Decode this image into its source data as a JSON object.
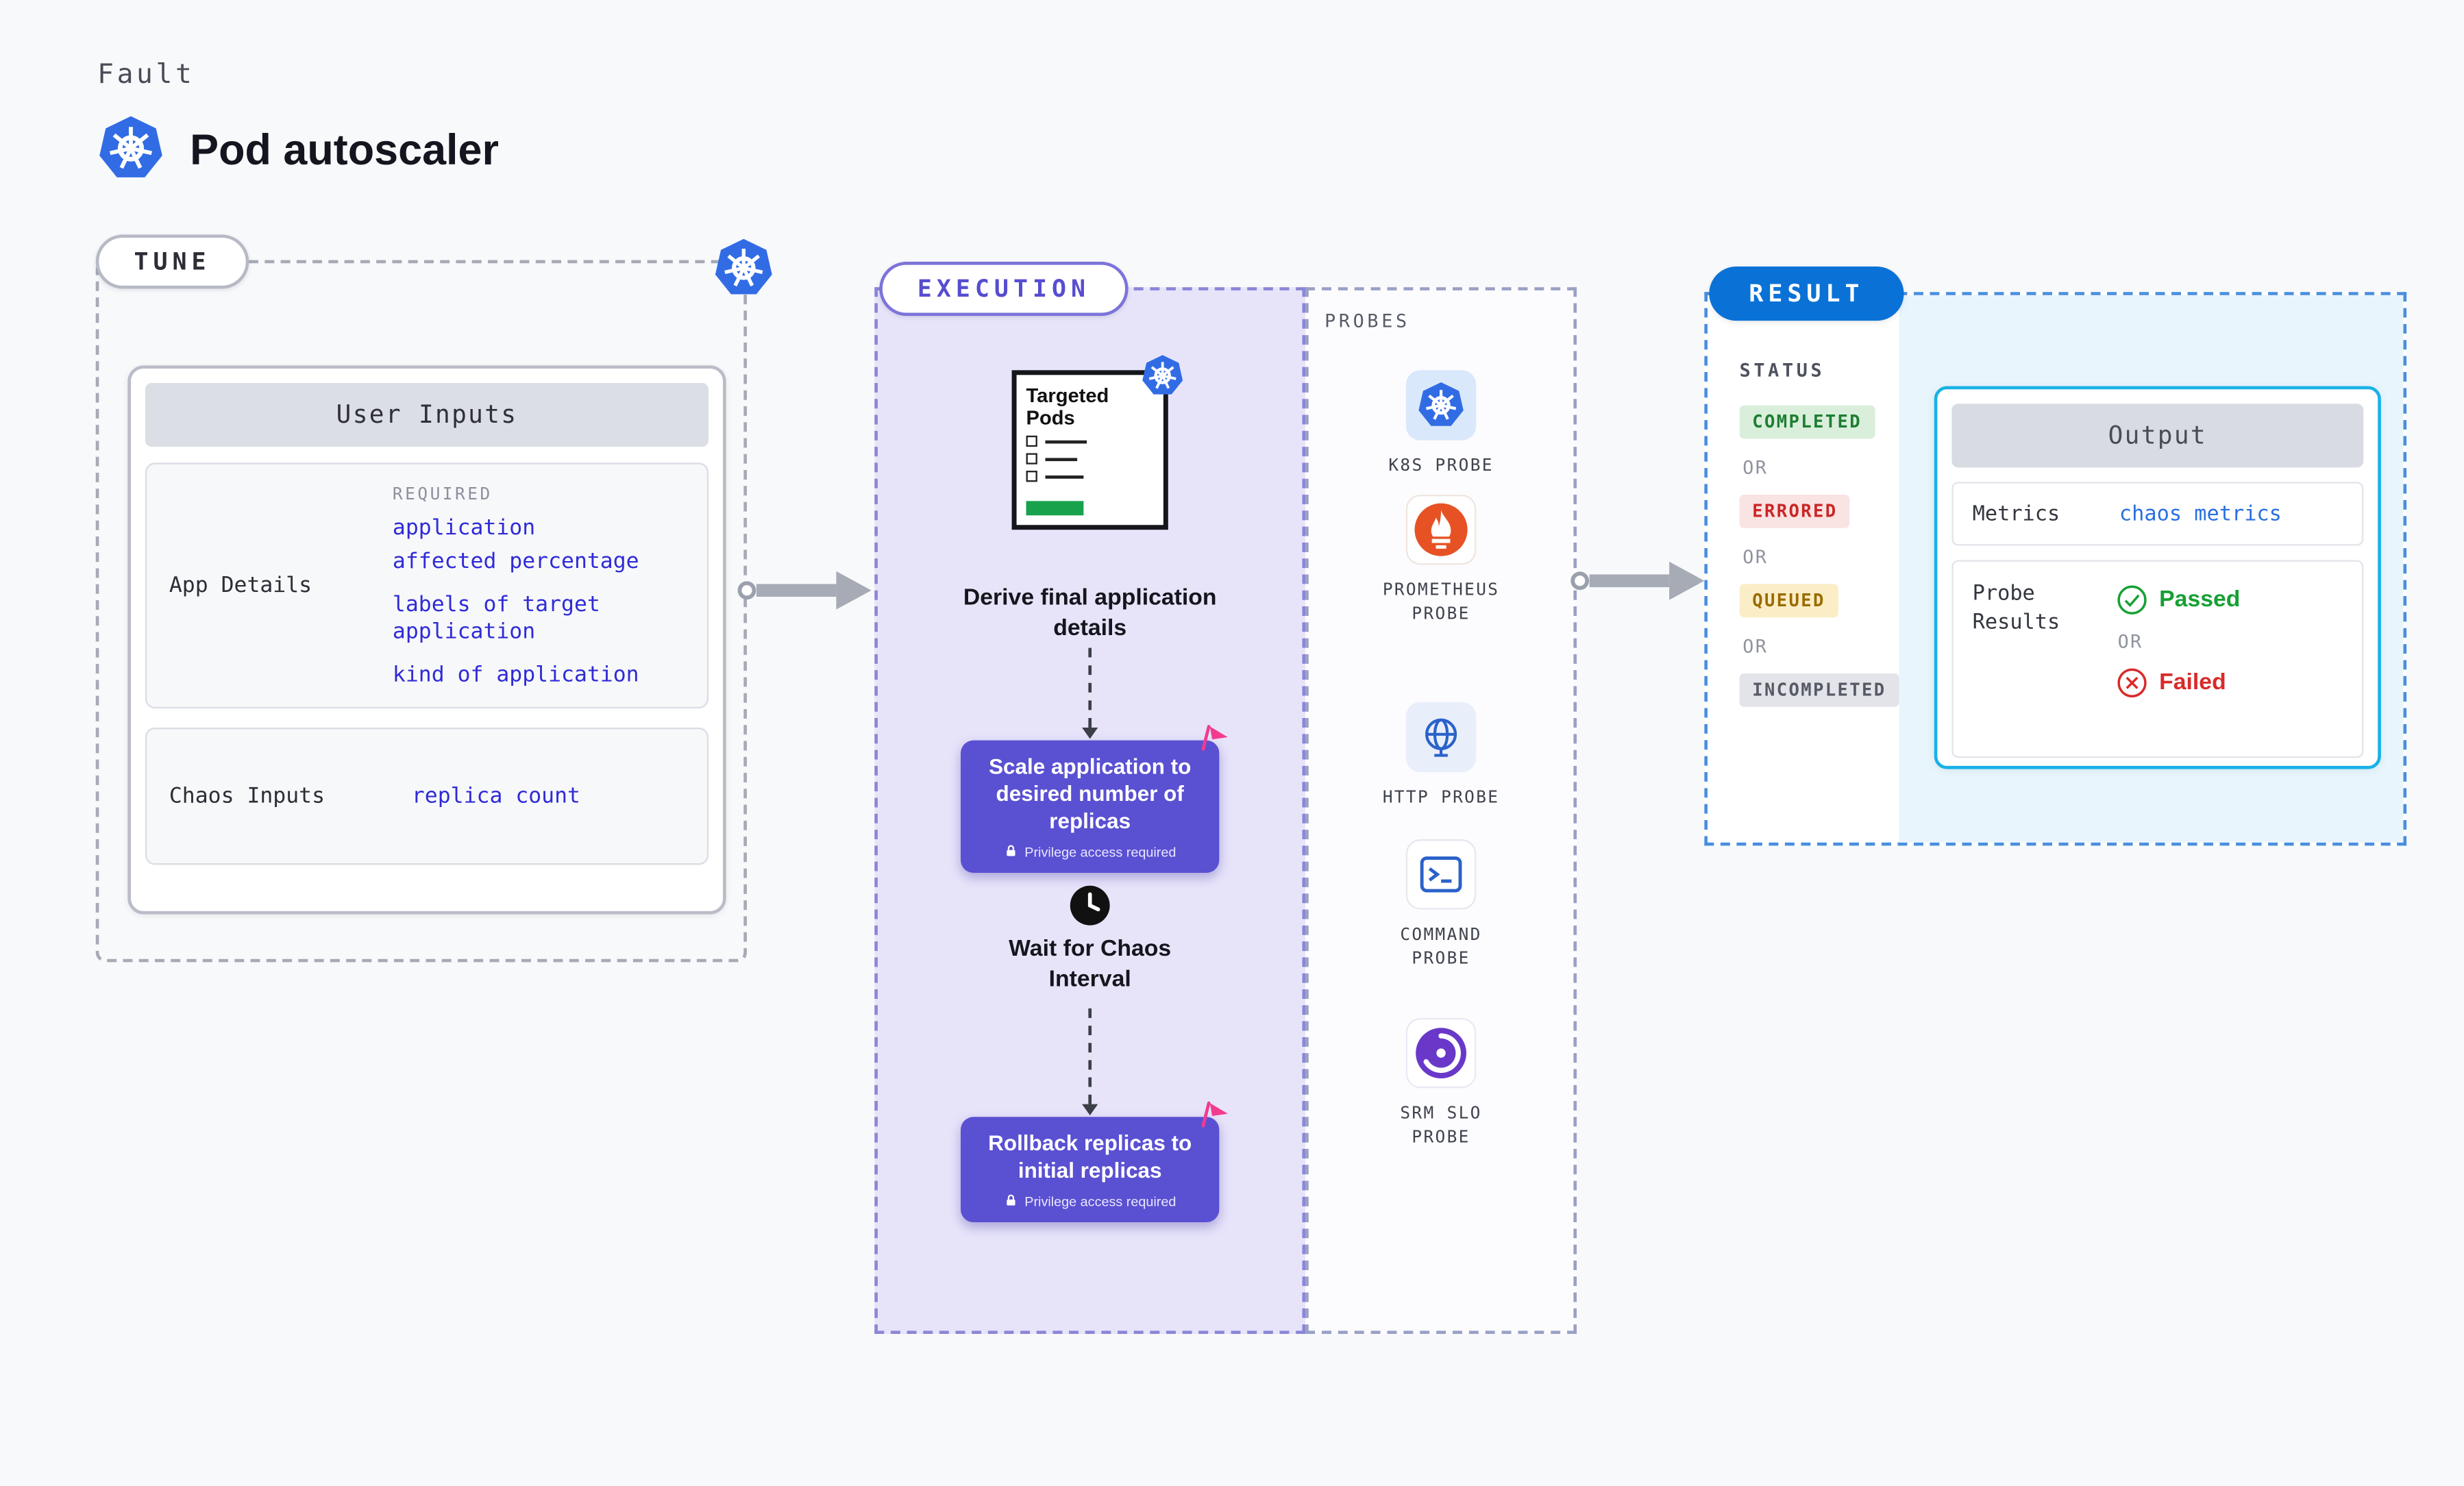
{
  "header": {
    "kicker": "Fault",
    "title": "Pod autoscaler"
  },
  "tune": {
    "pill": "TUNE",
    "card_title": "User Inputs",
    "app_details": {
      "label": "App Details",
      "required_label": "REQUIRED",
      "links": [
        "application",
        "affected percentage",
        "labels of target application",
        "kind of application"
      ]
    },
    "chaos_inputs": {
      "label": "Chaos Inputs",
      "links": [
        "replica count"
      ]
    }
  },
  "execution": {
    "pill": "EXECUTION",
    "targeted_pods": "Targeted Pods",
    "derive_step": "Derive final application details",
    "scale_step": {
      "title": "Scale application to desired number of replicas",
      "note": "Privilege access required"
    },
    "wait_step": "Wait for Chaos Interval",
    "rollback_step": {
      "title": "Rollback replicas to initial replicas",
      "note": "Privilege access required"
    }
  },
  "probes": {
    "heading": "PROBES",
    "items": [
      {
        "label": "K8S PROBE",
        "icon": "kubernetes-icon"
      },
      {
        "label": "PROMETHEUS PROBE",
        "icon": "prometheus-icon"
      },
      {
        "label": "HTTP PROBE",
        "icon": "globe-icon"
      },
      {
        "label": "COMMAND PROBE",
        "icon": "terminal-icon"
      },
      {
        "label": "SRM SLO PROBE",
        "icon": "srm-slo-icon"
      }
    ]
  },
  "result": {
    "pill": "RESULT",
    "status_heading": "STATUS",
    "or_label": "OR",
    "statuses": [
      {
        "label": "COMPLETED",
        "fg": "#1e7e33",
        "bg": "#d9efdb"
      },
      {
        "label": "ERRORED",
        "fg": "#cb2626",
        "bg": "#fae3e3"
      },
      {
        "label": "QUEUED",
        "fg": "#9a6b00",
        "bg": "#fbeec7"
      },
      {
        "label": "INCOMPLETED",
        "fg": "#565a65",
        "bg": "#e3e4ea"
      }
    ],
    "output": {
      "title": "Output",
      "metrics_label": "Metrics",
      "metrics_value": "chaos metrics",
      "probe_results_label": "Probe Results",
      "passed_label": "Passed",
      "failed_label": "Failed"
    }
  },
  "colors": {
    "accent_purple": "#5a50d2",
    "accent_blue": "#0a72d6",
    "link_indigo": "#2f2bd6",
    "link_blue": "#2a6fe0",
    "passed_green": "#16a034",
    "failed_red": "#d92a2a",
    "kubernetes_blue": "#326ce5",
    "prometheus_orange": "#e75225",
    "execution_bg": "#e7e4fa",
    "result_bg": "#e8f5fc"
  }
}
